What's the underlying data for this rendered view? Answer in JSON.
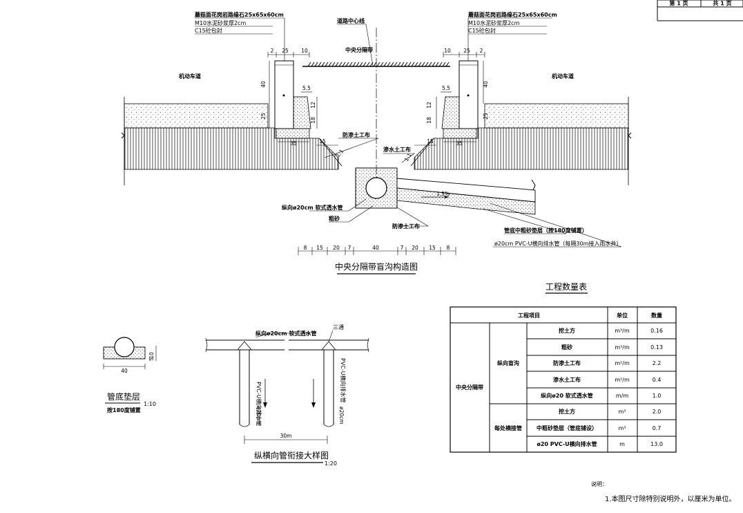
{
  "sheet": {
    "page_label": "第 1 页",
    "total_label": "共 1 页"
  },
  "main_section": {
    "title": "中央分隔带盲沟构造图",
    "callout_left": [
      "蘑菇面花岗岩路缘石25x65x60cm",
      "M10水泥砂浆厚2cm",
      "C15砼包封"
    ],
    "callout_right": [
      "蘑菇面花岗岩路缘石25x65x60cm",
      "M10水泥砂浆厚2cm",
      "C15砼包封"
    ],
    "centerline": "道路中心线",
    "median": "中央分隔带",
    "lane_left": "机动车道",
    "lane_right": "机动车道",
    "geotextile_anti": "防渗土工布",
    "geotextile_perm": "渗水土工布",
    "geotextile_anti_bottom": "防渗土工布",
    "pipe_long": "纵向ø20cm  软式透水管",
    "coarse_sand": "粗砂",
    "pipe_bed": "管底中粗砂垫层（按180度铺置）",
    "pipe_trans": "ø20cm  PVC-U横向排水管（每隔30m接入雨水井）",
    "slope": "1.5%",
    "slope_ratio_left": "1:1",
    "slope_ratio_right": "1:1",
    "dims_top_left": [
      "2",
      "25",
      "10"
    ],
    "dims_top_right": [
      "10",
      "25",
      "2"
    ],
    "dim_40": "40",
    "dim_25": "25",
    "dim_5_5": "5.5",
    "dim_12": "12",
    "dim_18": "18",
    "dim_35": "35",
    "dim_15": "15",
    "bottom_dims": [
      "8",
      "15",
      "20",
      "7",
      "40",
      "7",
      "20",
      "15",
      "8"
    ]
  },
  "bedding": {
    "title": "管底垫层",
    "subtitle": "按180度铺置",
    "scale": "1:10",
    "dim_width": "40",
    "dim_5": "5",
    "dim_10": "10"
  },
  "joint": {
    "title": "纵横向管衔接大样图",
    "scale": "1:20",
    "pipe_long": "纵向ø20cm  软式透水管",
    "tee": "三通",
    "pipe_trans_1": "PVC-U横向排水管",
    "pipe_trans_2": "PVC-U横向排水管",
    "dia_1": "ø20cm",
    "dia_2": "ø20cm",
    "spacing": "30m"
  },
  "quantities": {
    "title": "工程数量表",
    "headers": {
      "item": "工程项目",
      "unit": "单位",
      "qty": "数量"
    },
    "group": "中央分隔带",
    "sub1": "纵向盲沟",
    "sub2": "每处横接管",
    "rows": [
      {
        "name": "挖土方",
        "unit": "m³/m",
        "qty": "0.16"
      },
      {
        "name": "粗砂",
        "unit": "m³/m",
        "qty": "0.13"
      },
      {
        "name": "防渗土工布",
        "unit": "m²/m",
        "qty": "2.2"
      },
      {
        "name": "渗水土工布",
        "unit": "m²/m",
        "qty": "0.4"
      },
      {
        "name": "纵向ø20 软式透水管",
        "unit": "m/m",
        "qty": "1.0"
      },
      {
        "name": "挖土方",
        "unit": "m³",
        "qty": "2.0"
      },
      {
        "name": "中粗砂垫层（管底铺设）",
        "unit": "m³",
        "qty": "0.7"
      },
      {
        "name": "ø20 PVC-U横向排水管",
        "unit": "m",
        "qty": "13.0"
      }
    ]
  },
  "notes": {
    "heading": "说明：",
    "line1": "1.本图尺寸除特别说明外，以厘米为单位。"
  }
}
